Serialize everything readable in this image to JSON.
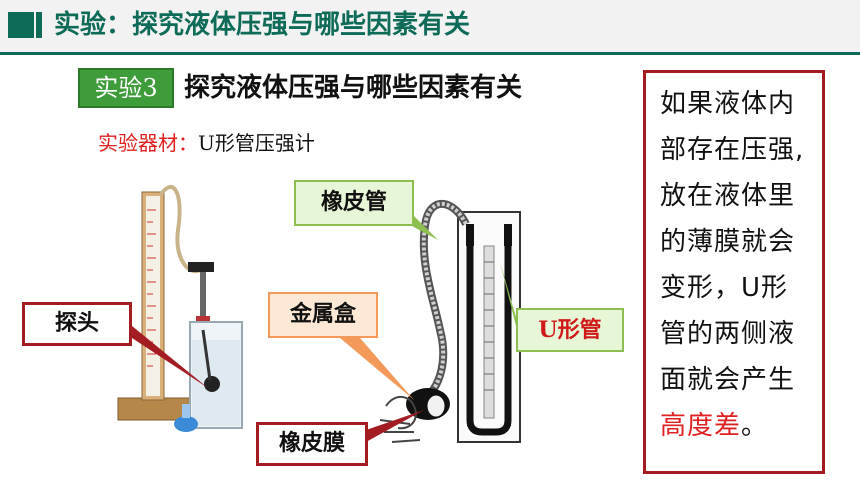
{
  "header": {
    "title": "实验：探究液体压强与哪些因素有关",
    "accent_color": "#0d6b57"
  },
  "experiment": {
    "tag": "实验3",
    "subtitle": "探究液体压强与哪些因素有关",
    "equipment_label": "实验器材：",
    "equipment_value": "U形管压强计"
  },
  "figure_labels": {
    "probe": "探头",
    "rubber_tube": "橡皮管",
    "metal_box": "金属盒",
    "rubber_film": "橡皮膜",
    "u_tube": "U形管"
  },
  "explanation": {
    "lines": [
      "如果液体内",
      "部存在压强,",
      "放在液体里",
      "的薄膜就会",
      "变形，U形",
      "管的两侧液",
      "面就会产生"
    ],
    "highlight": "高度差",
    "ending": "。",
    "highlight_color": "#e02020"
  }
}
